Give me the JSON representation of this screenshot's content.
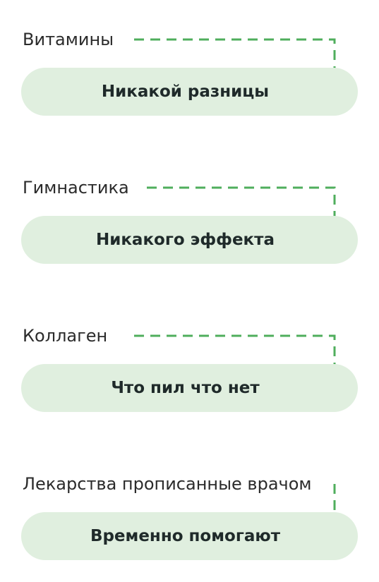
{
  "colors": {
    "pill_background": "#e0efdf",
    "connector": "#4fae5c",
    "label_text": "#2b2b2b",
    "pill_text": "#1f2a2a"
  },
  "icons": {
    "connector_end": "triangle-arrow-down-icon"
  },
  "items": [
    {
      "label": "Витамины",
      "result": "Никакой разницы"
    },
    {
      "label": "Гимнастика",
      "result": "Никакого эффекта"
    },
    {
      "label": "Коллаген",
      "result": "Что пил что нет"
    },
    {
      "label": "Лекарства прописанные врачом",
      "result": "Временно помогают"
    }
  ]
}
